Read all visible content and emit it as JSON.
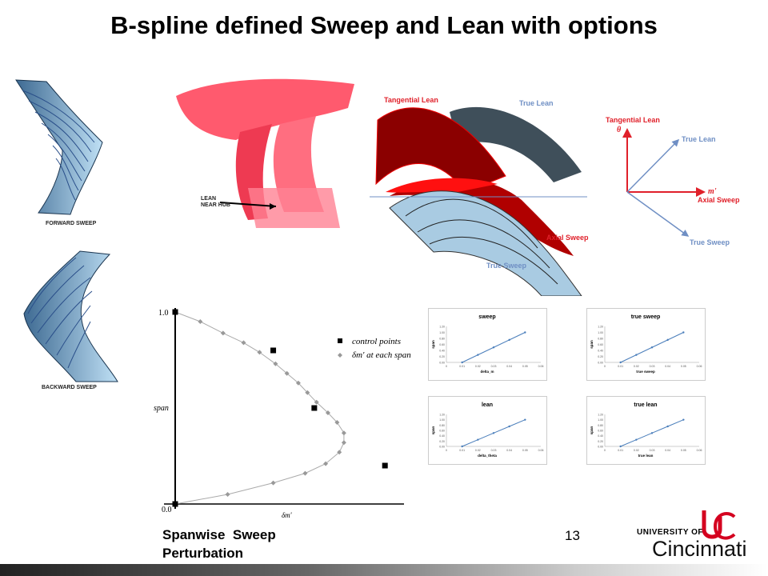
{
  "title": "B-spline defined Sweep and Lean with options",
  "figures": {
    "forward_sweep": "FORWARD SWEEP",
    "backward_sweep": "BACKWARD SWEEP",
    "lean_near_hub": "LEAN NEAR HUB",
    "tangential_lean": "Tangential Lean",
    "true_lean": "True Lean",
    "axial_sweep": "Axial Sweep",
    "true_sweep": "True Sweep",
    "theta": "θ",
    "m_prime": "m'"
  },
  "colors": {
    "red": "#e0202a",
    "blue": "#6f8fc4",
    "steel": "#3f4f5a",
    "light_blue": "#a9cbe2",
    "pink": "#ff5a6e"
  },
  "chart_data": [
    {
      "type": "scatter",
      "title": "",
      "xlabel": "δm'",
      "ylabel": "span",
      "ylim": [
        0,
        1
      ],
      "y_ticks": [
        "0.0",
        "1.0"
      ],
      "legend": [
        "control points",
        "δm' at each span"
      ],
      "legend_placement": "top-right",
      "series": [
        {
          "name": "control points",
          "x": [
            0,
            4.3,
            6.1,
            9.2,
            0
          ],
          "y": [
            1.0,
            0.8,
            0.5,
            0.2,
            0.0
          ]
        },
        {
          "name": "δm' at each span",
          "x": [
            1.1,
            2.1,
            3.0,
            3.7,
            4.4,
            4.9,
            5.4,
            5.8,
            6.2,
            6.7,
            7.1,
            7.4,
            7.4,
            7.2,
            6.6,
            5.7,
            4.3,
            2.3
          ],
          "y": [
            0.95,
            0.89,
            0.84,
            0.79,
            0.73,
            0.68,
            0.63,
            0.58,
            0.53,
            0.475,
            0.425,
            0.37,
            0.32,
            0.27,
            0.21,
            0.16,
            0.11,
            0.05
          ]
        }
      ]
    },
    {
      "type": "line",
      "title": "sweep",
      "xlabel": "delta_m",
      "ylabel": "span",
      "x": [
        0.01,
        0.02,
        0.03,
        0.04,
        0.05
      ],
      "values": [
        0,
        0.25,
        0.5,
        0.75,
        1.0
      ],
      "xlim": [
        0,
        0.06
      ],
      "ylim": [
        0,
        1.2
      ],
      "x_ticks": [
        "0",
        "0.01",
        "0.02",
        "0.03",
        "0.04",
        "0.05",
        "0.06"
      ],
      "y_ticks": [
        "0.00",
        "0.20",
        "0.40",
        "0.60",
        "0.80",
        "1.00",
        "1.20"
      ]
    },
    {
      "type": "line",
      "title": "true sweep",
      "xlabel": "true sweep",
      "ylabel": "span",
      "x": [
        0.01,
        0.02,
        0.03,
        0.04,
        0.05
      ],
      "values": [
        0,
        0.25,
        0.5,
        0.75,
        1.0
      ],
      "xlim": [
        0,
        0.06
      ],
      "ylim": [
        0,
        1.2
      ],
      "x_ticks": [
        "0",
        "0.01",
        "0.02",
        "0.03",
        "0.04",
        "0.05",
        "0.06"
      ],
      "y_ticks": [
        "0.00",
        "0.20",
        "0.40",
        "0.60",
        "0.80",
        "1.00",
        "1.20"
      ]
    },
    {
      "type": "line",
      "title": "lean",
      "xlabel": "delta_theta",
      "ylabel": "span",
      "x": [
        0.01,
        0.02,
        0.03,
        0.04,
        0.05
      ],
      "values": [
        0,
        0.25,
        0.5,
        0.75,
        1.0
      ],
      "xlim": [
        0,
        0.06
      ],
      "ylim": [
        0,
        1.2
      ],
      "x_ticks": [
        "0",
        "0.01",
        "0.02",
        "0.03",
        "0.04",
        "0.05",
        "0.06"
      ],
      "y_ticks": [
        "0.00",
        "0.20",
        "0.40",
        "0.60",
        "0.80",
        "1.00",
        "1.20"
      ]
    },
    {
      "type": "line",
      "title": "true lean",
      "xlabel": "true lean",
      "ylabel": "span",
      "x": [
        0.01,
        0.02,
        0.03,
        0.04,
        0.05
      ],
      "values": [
        0,
        0.25,
        0.5,
        0.75,
        1.0
      ],
      "xlim": [
        0,
        0.06
      ],
      "ylim": [
        0,
        1.2
      ],
      "x_ticks": [
        "0",
        "0.01",
        "0.02",
        "0.03",
        "0.04",
        "0.05",
        "0.06"
      ],
      "y_ticks": [
        "0.00",
        "0.20",
        "0.40",
        "0.60",
        "0.80",
        "1.00",
        "1.20"
      ]
    }
  ],
  "caption": {
    "line1": "Spanwise  Sweep",
    "line2": "Perturbation"
  },
  "page_number": "13",
  "logo": {
    "top": "UNIVERSITY OF",
    "bottom": "Cincinnati"
  }
}
